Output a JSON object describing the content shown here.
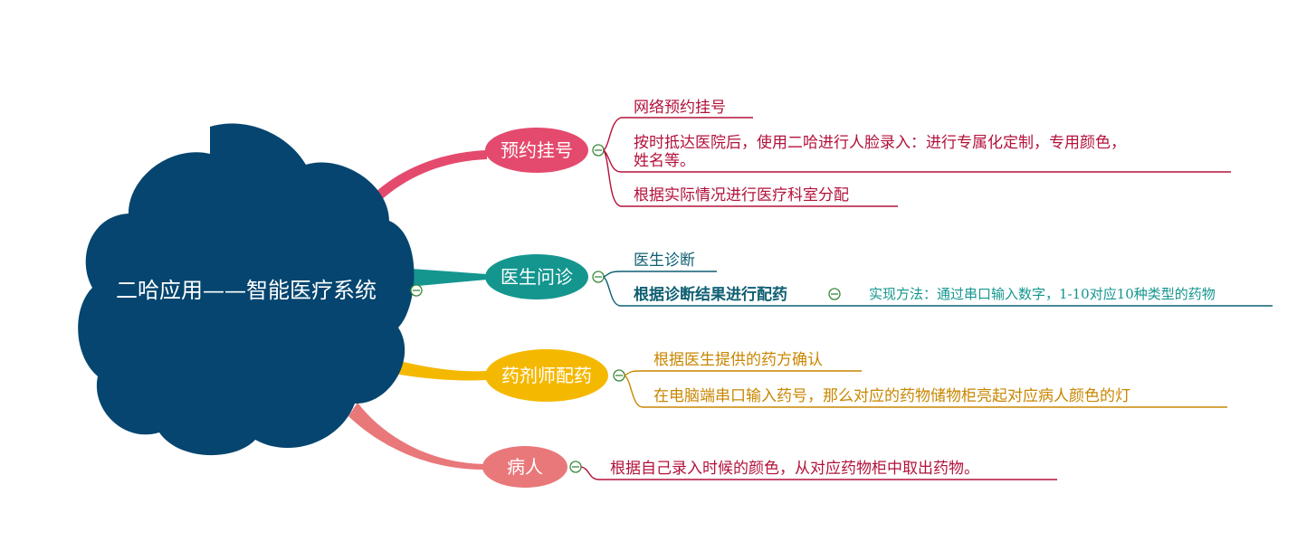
{
  "root": {
    "label": "二哈应用——智能医疗系统",
    "color": "#05456f"
  },
  "branches": [
    {
      "label": "预约挂号",
      "color": "#e44a6d",
      "text_color": "#b3123a",
      "items": [
        {
          "lines": [
            "网络预约挂号"
          ]
        },
        {
          "lines": [
            "按时抵达医院后，使用二哈进行人脸录入：进行专属化定制，专用颜色，",
            "姓名等。"
          ]
        },
        {
          "lines": [
            "根据实际情况进行医疗科室分配"
          ]
        }
      ]
    },
    {
      "label": "医生问诊",
      "color": "#14968f",
      "text_color": "#0e5f72",
      "items": [
        {
          "lines": [
            "医生诊断"
          ]
        },
        {
          "lines": [
            "根据诊断结果进行配药"
          ],
          "sub": "实现方法：通过串口输入数字，1-10对应10种类型的药物"
        }
      ]
    },
    {
      "label": "药剂师配药",
      "color": "#f5b800",
      "text_color": "#c98600",
      "items": [
        {
          "lines": [
            "根据医生提供的药方确认"
          ]
        },
        {
          "lines": [
            "在电脑端串口输入药号，那么对应的药物储物柜亮起对应病人颜色的灯"
          ]
        }
      ]
    },
    {
      "label": "病人",
      "color": "#e9787a",
      "text_color": "#b3123a",
      "items": [
        {
          "lines": [
            "根据自己录入时候的颜色，从对应药物柜中取出药物。"
          ]
        }
      ]
    }
  ],
  "toggle_color": "#3a8a3a"
}
